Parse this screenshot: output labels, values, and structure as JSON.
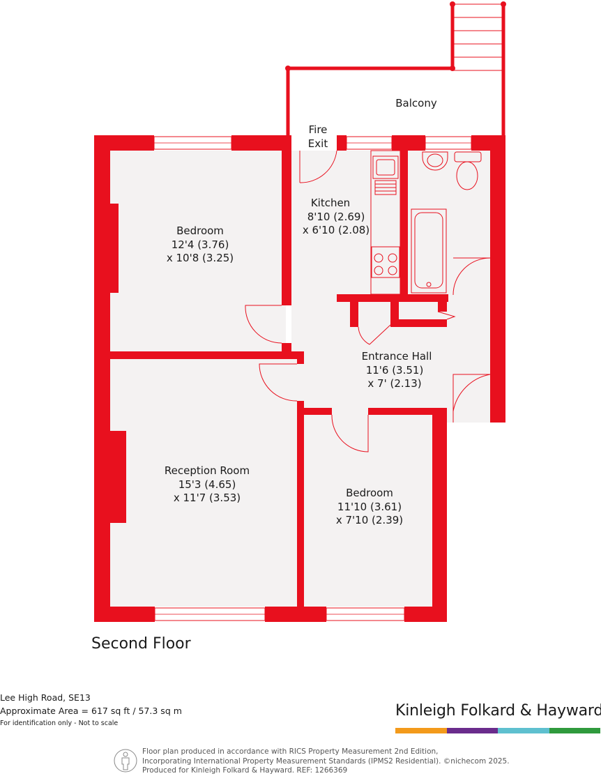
{
  "colors": {
    "wall": "#e8101e",
    "floor": "#f4f2f2",
    "brand_orange": "#f39a1b",
    "brand_purple": "#6a2c8c",
    "brand_teal": "#5ec0cf",
    "brand_green": "#2f9a3d"
  },
  "rooms": {
    "balcony": {
      "name": "Balcony"
    },
    "fire_exit": {
      "line1": "Fire",
      "line2": "Exit"
    },
    "kitchen": {
      "name": "Kitchen",
      "dim1": "8'10 (2.69)",
      "dim2": "x 6'10 (2.08)"
    },
    "bedroom1": {
      "name": "Bedroom",
      "dim1": "12'4 (3.76)",
      "dim2": "x 10'8 (3.25)"
    },
    "entrance_hall": {
      "name": "Entrance Hall",
      "dim1": "11'6 (3.51)",
      "dim2": "x 7' (2.13)"
    },
    "reception": {
      "name": "Reception Room",
      "dim1": "15'3 (4.65)",
      "dim2": "x 11'7 (3.53)"
    },
    "bedroom2": {
      "name": "Bedroom",
      "dim1": "11'10 (3.61)",
      "dim2": "x 7'10 (2.39)"
    }
  },
  "floor_title": "Second Floor",
  "address": {
    "line1": "Lee High Road, SE13",
    "line2": "Approximate Area = 617 sq ft / 57.3 sq m",
    "line3": "For identification only - Not to scale"
  },
  "brand": {
    "name": "Kinleigh Folkard & Hayward"
  },
  "footer": {
    "line1": "Floor plan produced in accordance with RICS Property Measurement 2nd Edition,",
    "line2": "Incorporating International Property Measurement Standards (IPMS2 Residential).  ©nichecom 2025.",
    "line3": "Produced for Kinleigh Folkard & Hayward.   REF: 1266369"
  },
  "icons": {
    "person": "person-outline-icon"
  }
}
